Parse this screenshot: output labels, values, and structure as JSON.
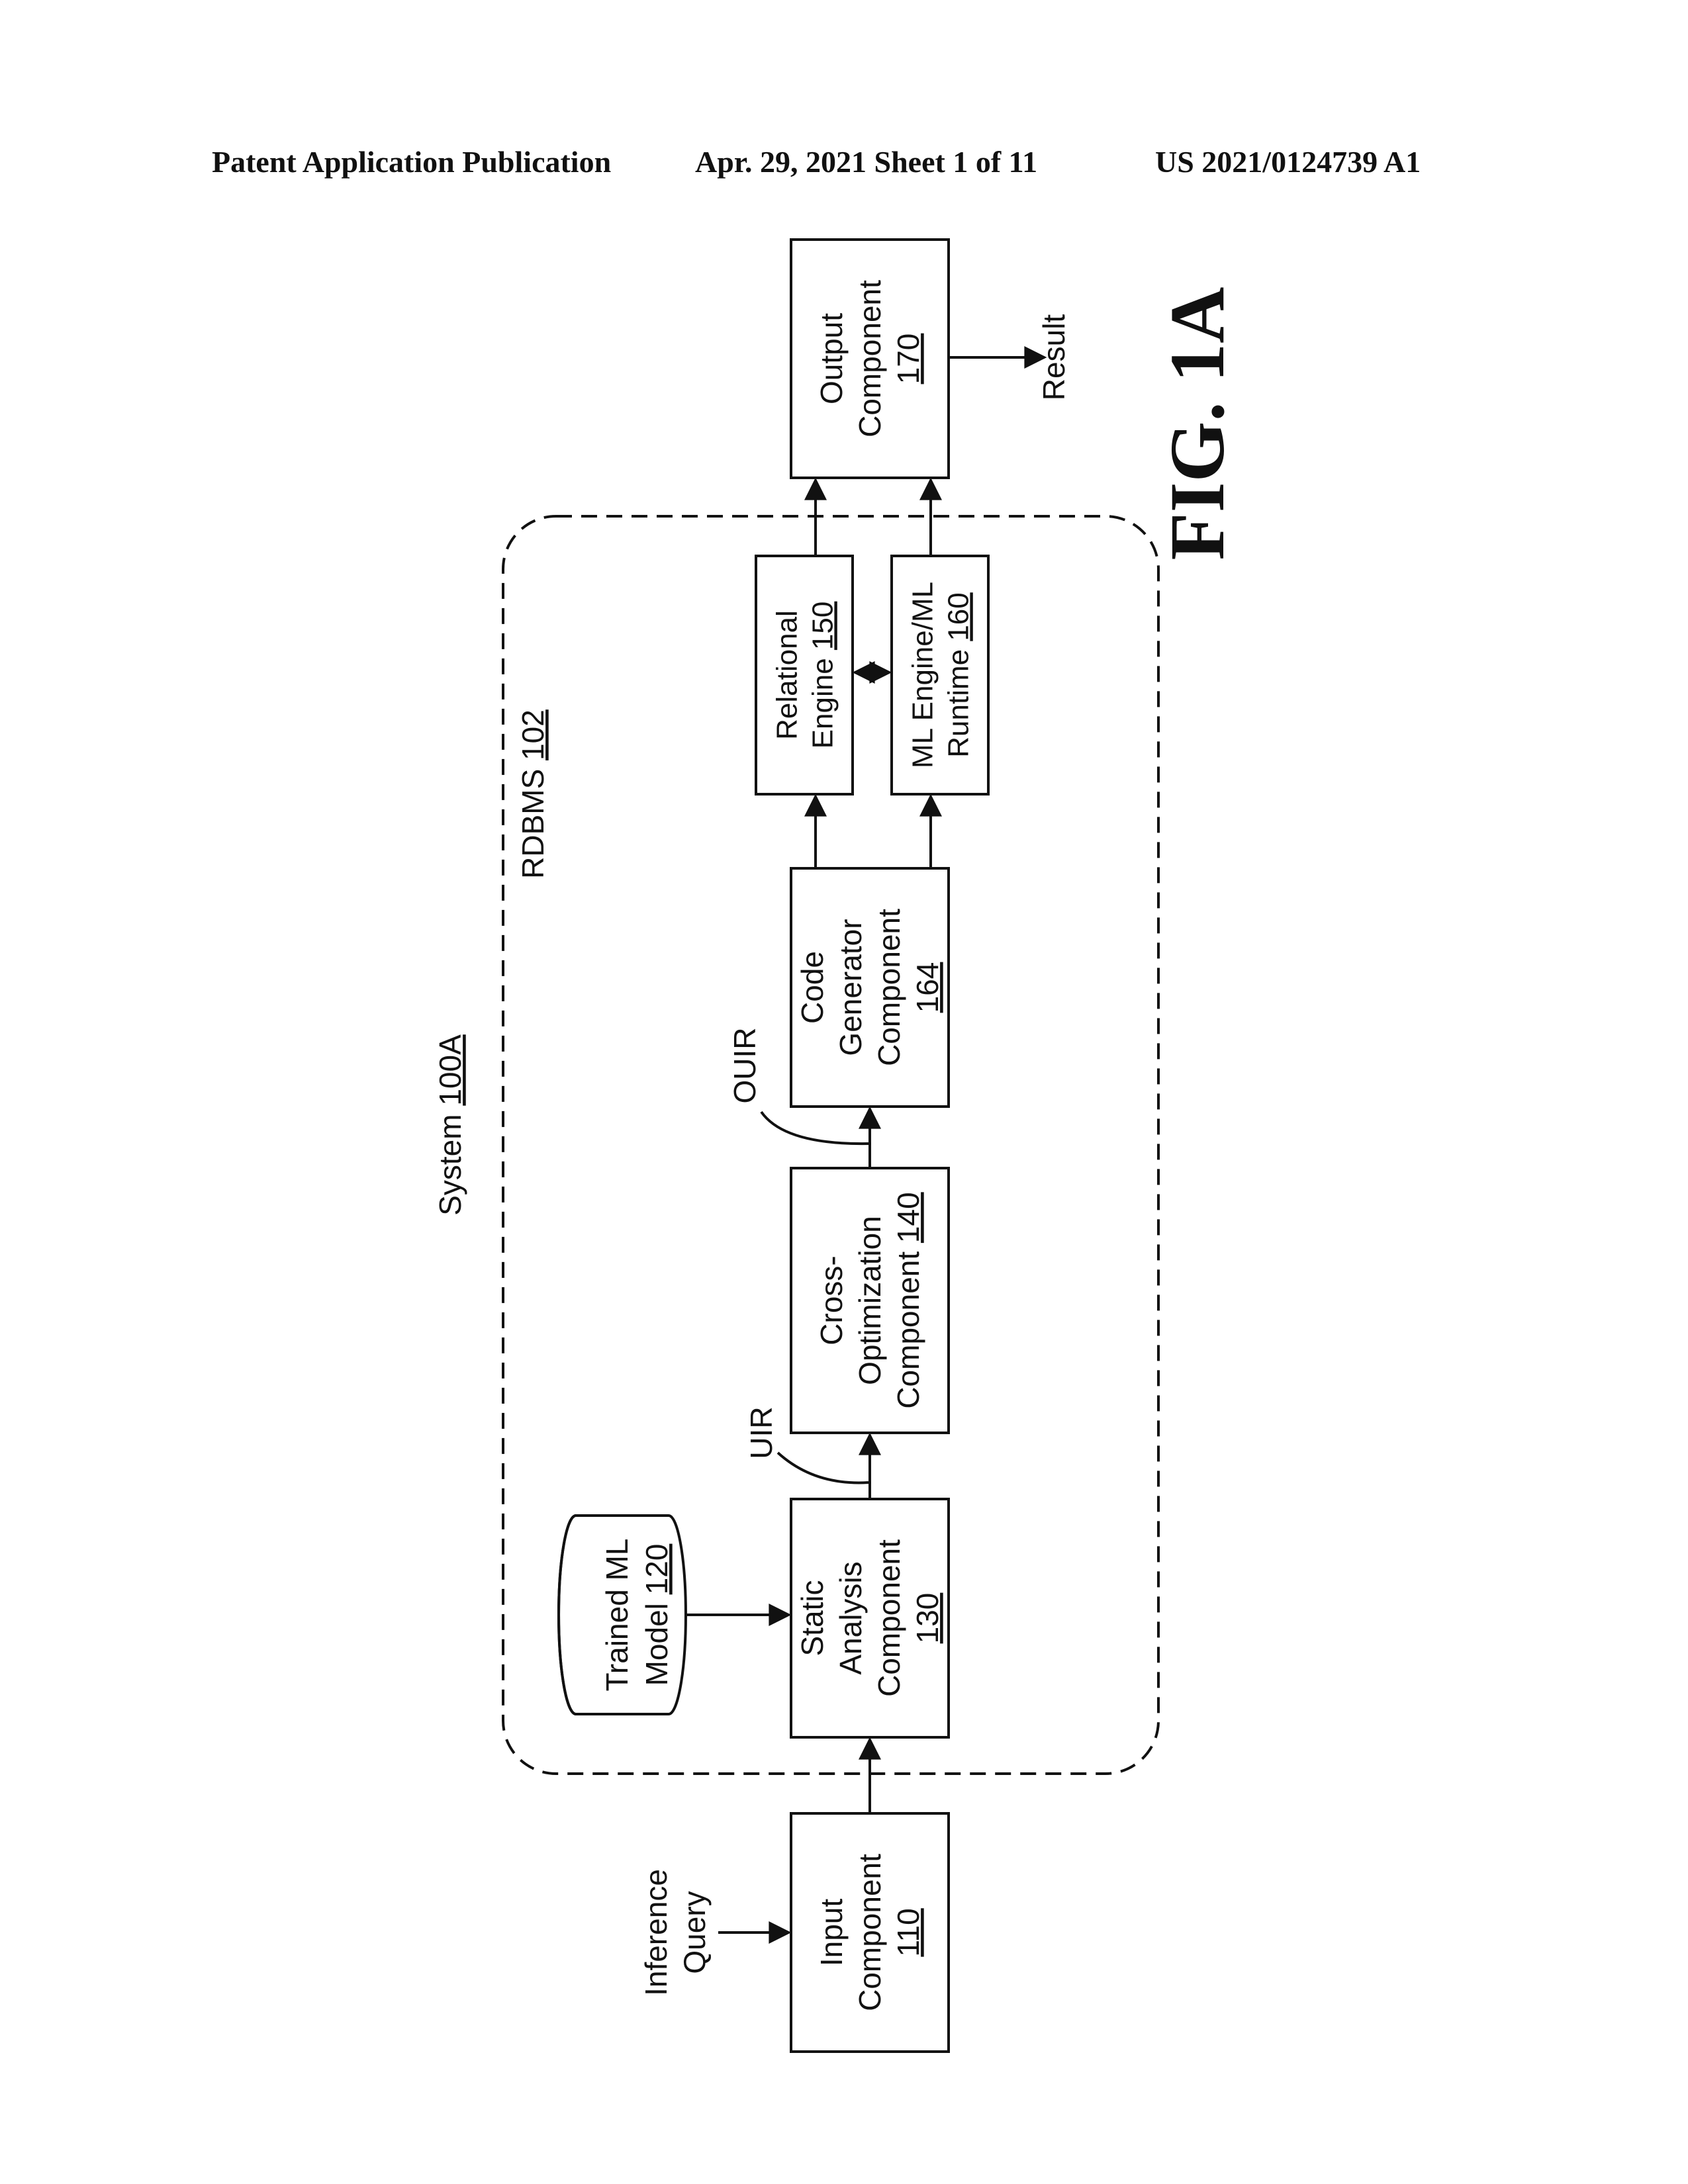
{
  "header": {
    "left": "Patent Application Publication",
    "middle": "Apr. 29, 2021  Sheet 1 of 11",
    "right": "US 2021/0124739 A1"
  },
  "figure_label": "FIG. 1A",
  "system_label": {
    "text": "System ",
    "ref": "100A"
  },
  "rdbms_label": {
    "text": "RDBMS ",
    "ref": "102"
  },
  "inference_query": [
    "Inference",
    "Query"
  ],
  "result_label": "Result",
  "edge_labels": {
    "uir": "UIR",
    "ouir": "OUIR"
  },
  "components": {
    "input": {
      "lines": [
        "Input",
        "Component"
      ],
      "ref": "110"
    },
    "trained_model": {
      "lines": [
        "Trained ML"
      ],
      "last_text": "Model ",
      "ref": "120"
    },
    "static_analysis": {
      "lines": [
        "Static",
        "Analysis",
        "Component"
      ],
      "ref": "130"
    },
    "cross_opt": {
      "lines": [
        "Cross-",
        "Optimization"
      ],
      "last_text": "Component ",
      "ref": "140"
    },
    "code_gen": {
      "lines": [
        "Code",
        "Generator",
        "Component"
      ],
      "ref": "164"
    },
    "relational": {
      "lines": [
        "Relational"
      ],
      "last_text": "Engine ",
      "ref": "150"
    },
    "ml_engine": {
      "lines": [
        "ML Engine/ML"
      ],
      "last_text": "Runtime ",
      "ref": "160"
    },
    "output": {
      "lines": [
        "Output",
        "Component"
      ],
      "ref": "170"
    }
  }
}
